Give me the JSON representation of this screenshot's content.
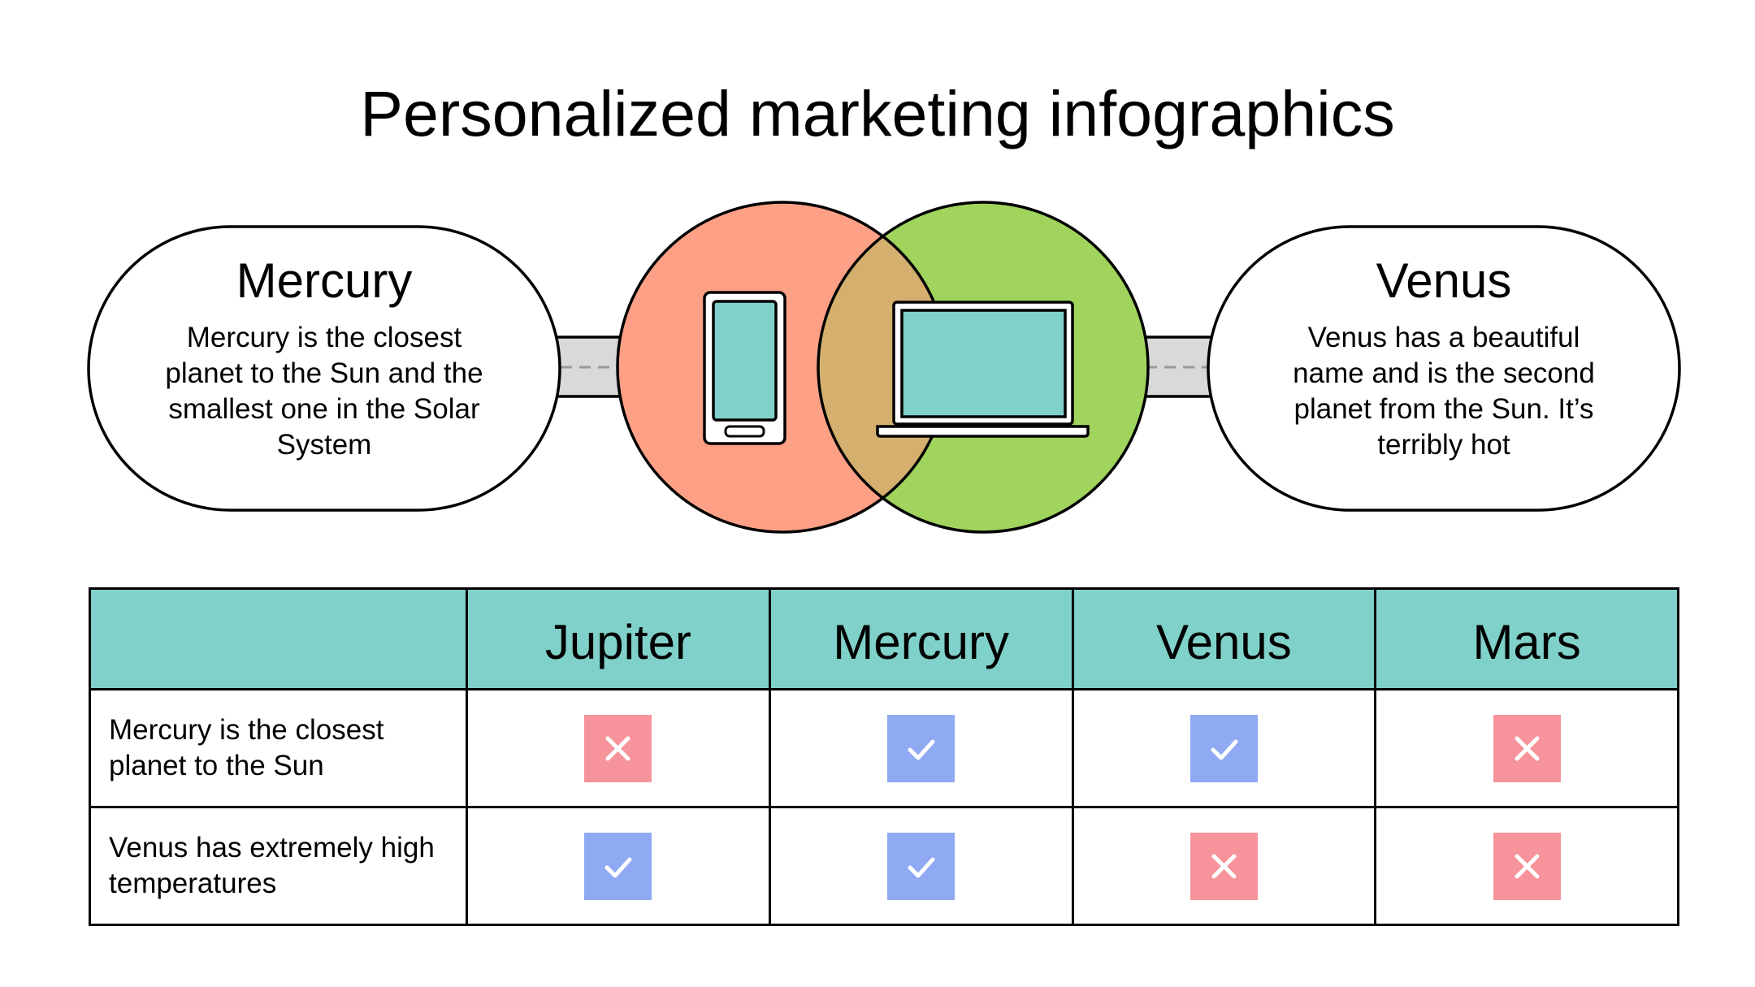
{
  "title": "Personalized marketing infographics",
  "colors": {
    "left_circle": "#fda086",
    "right_circle": "#a0d45d",
    "overlap": "#d4af6e",
    "device_screen": "#80d1c9",
    "connector": "#d9d9d9",
    "table_header": "#80d1c9",
    "check": "#8fa9f2",
    "cross": "#f7939a"
  },
  "left_card": {
    "title": "Mercury",
    "description": "Mercury is the closest planet to the Sun and the smallest one in the Solar System"
  },
  "right_card": {
    "title": "Venus",
    "description": "Venus has a beautiful name and is the second planet from the Sun. It’s terribly hot"
  },
  "icons": {
    "left": "smartphone-icon",
    "right": "laptop-icon"
  },
  "table": {
    "columns": [
      "",
      "Jupiter",
      "Mercury",
      "Venus",
      "Mars"
    ],
    "rows": [
      {
        "label": "Mercury is the closest planet to the Sun",
        "values": [
          "cross",
          "check",
          "check",
          "cross"
        ]
      },
      {
        "label": "Venus has extremely high temperatures",
        "values": [
          "check",
          "check",
          "cross",
          "cross"
        ]
      }
    ]
  }
}
